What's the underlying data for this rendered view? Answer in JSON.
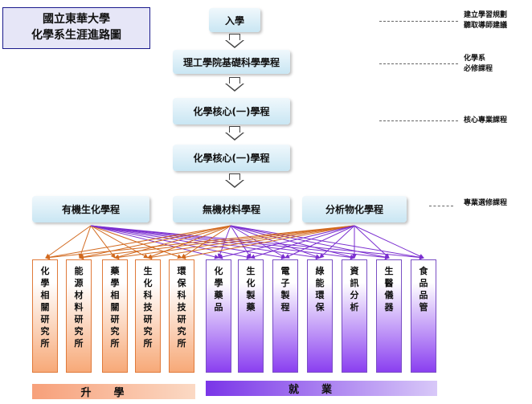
{
  "title": {
    "line1": "國立東華大學",
    "line2": "化學系生涯進路圖"
  },
  "stages": [
    "入學",
    "理工學院基礎科學學程",
    "化學核心(一)學程",
    "化學核心(一)學程"
  ],
  "tracks": [
    "有機生化學程",
    "無機材料學程",
    "分析物化學程"
  ],
  "legend": [
    {
      "text1": "建立學習規劃",
      "text2": "聽取導師建議"
    },
    {
      "text1": "化學系",
      "text2": "必修課程"
    },
    {
      "text1": "核心專業課程",
      "text2": ""
    },
    {
      "text1": "專業選修課程",
      "text2": ""
    }
  ],
  "further_study": [
    "化學相關研究所",
    "能源材料研究所",
    "藥學相關研究所",
    "生化科技研究所",
    "環保科技研究所"
  ],
  "careers": [
    "化學藥品",
    "生化製藥",
    "電子製程",
    "綠能環保",
    "資訊分析",
    "生醫儀器",
    "食品品管"
  ],
  "bands": {
    "further_study": "升學",
    "careers": "就業"
  },
  "colors": {
    "further_study": "#f7a978",
    "careers": "#8a3ff0",
    "stage": "#c9e6f3",
    "line_orange": "#d2691e",
    "line_purple": "#7b2fd0"
  }
}
